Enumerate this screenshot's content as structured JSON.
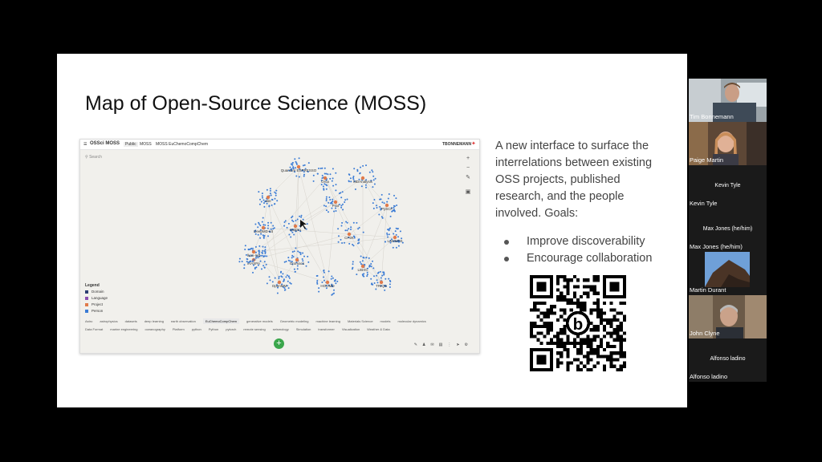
{
  "slide": {
    "title": "Map of Open-Source Science (MOSS)",
    "description": "A new interface to surface the interrelations between existing OSS projects, published research, and the people involved. Goals:",
    "bullets": [
      "Improve discoverability",
      "Encourage collaboration"
    ]
  },
  "moss_app": {
    "app_name": "OSSci MOSS",
    "public_badge": "Public",
    "breadcrumb_1": "MOSS",
    "breadcrumb_2": "MOSS EuChemoCompChem",
    "user": "TBONNEMANN",
    "search_placeholder": "Search",
    "legend_title": "Legend",
    "legend": [
      {
        "label": "Domain",
        "color": "#2c3e72"
      },
      {
        "label": "Language",
        "color": "#8a4fb0"
      },
      {
        "label": "Project",
        "color": "#e07a4a"
      },
      {
        "label": "Person",
        "color": "#3a7bd5"
      }
    ],
    "node_labels": [
      "Quantum ESPRESSO",
      "Orca",
      "MDAnalysis",
      "ase",
      "Psi4",
      "PySCF",
      "DeepMD-kit",
      "Molpro",
      "CP2K",
      "LAMMPS",
      "Gromacs",
      "iRASPA",
      "LIBXC",
      "OpenMM",
      "HOOMD",
      "TRIQS",
      "lkan-md"
    ],
    "tags_row1": [
      "Astro",
      "astrophysics",
      "datasets",
      "deep learning",
      "earth observation",
      "EuChemoCompChem",
      "generative models",
      "Geometric modeling",
      "machine learning",
      "Materials Science",
      "models",
      "molecular dynamics"
    ],
    "tags_row2": [
      "Data Format",
      "marine engineering",
      "oceanography",
      "Platform",
      "python",
      "Python",
      "pytorch",
      "remote sensing",
      "seismology",
      "Simulation",
      "transformer",
      "Visualization",
      "Weather & Data"
    ],
    "selected_tag": "EuChemoCompChem"
  },
  "participants": [
    {
      "name": "Tim Bonnemann",
      "video": true
    },
    {
      "name": "Paige Martin",
      "video": true
    },
    {
      "name": "Kevin Tyle",
      "video": false
    },
    {
      "name": "Max Jones (he/him)",
      "video": false
    },
    {
      "name": "Martin Durant",
      "video": true
    },
    {
      "name": "John Clyne",
      "video": true
    },
    {
      "name": "Alfonso ladino",
      "video": false
    }
  ]
}
